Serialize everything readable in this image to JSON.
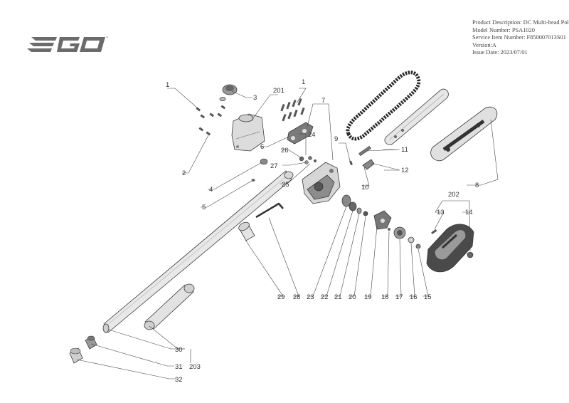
{
  "logo": {
    "text": "EGO"
  },
  "info": {
    "product_description": "Product Description: DC Multi-head Pole Saw",
    "model_number": "Model Number: PSA1020",
    "service_item_number": "Service Item Number: F850007013S01",
    "version": "Version:A",
    "issue_date": "Issue Date: 2023/07/01"
  },
  "callouts": {
    "c1a": "1",
    "c1b": "1",
    "c2": "2",
    "c3": "3",
    "c4": "4",
    "c5": "5",
    "c6": "6",
    "c7": "7",
    "c8": "8",
    "c9": "9",
    "c10": "10",
    "c11": "11",
    "c12": "12",
    "c13": "13",
    "c14": "14",
    "c15": "15",
    "c16": "16",
    "c17": "17",
    "c18": "18",
    "c19": "19",
    "c20": "20",
    "c21": "21",
    "c22": "22",
    "c23": "23",
    "c24": "24",
    "c25": "25",
    "c26": "26",
    "c27": "27",
    "c28": "28",
    "c29": "29",
    "c30": "30",
    "c31": "31",
    "c32": "32",
    "c201": "201",
    "c202": "202",
    "c203": "203"
  },
  "colors": {
    "line": "#444444",
    "part_fill": "#e4e4e4",
    "part_dark": "#555555",
    "logo": "#6b6b6b"
  }
}
